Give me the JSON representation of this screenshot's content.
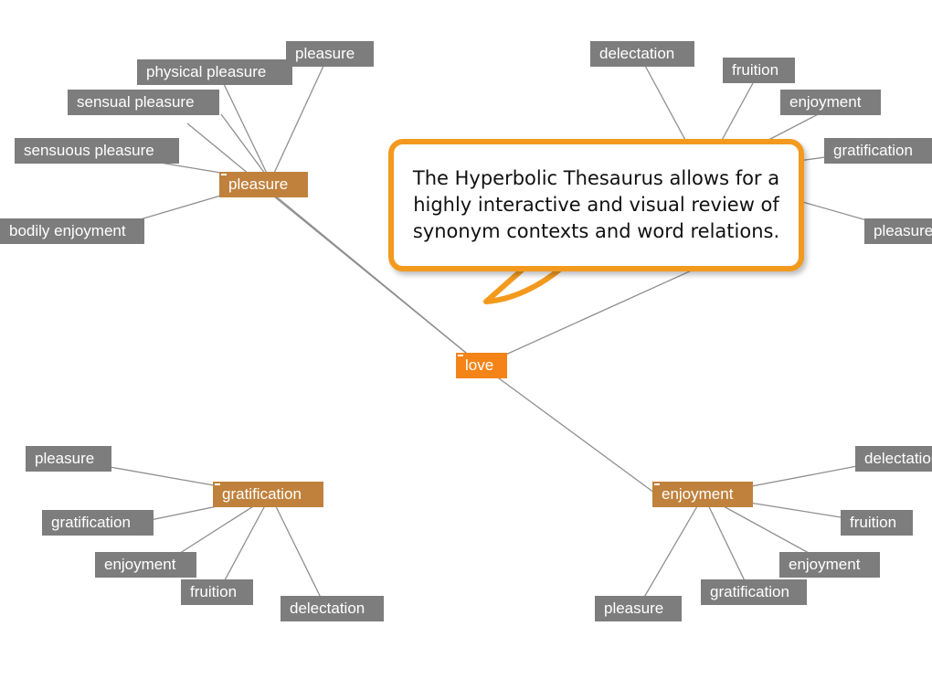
{
  "root": {
    "id": "love",
    "label": "love"
  },
  "clusters": [
    {
      "id": "pleasure",
      "label": "pleasure",
      "children": [
        "pleasure",
        "physical pleasure",
        "sensual pleasure",
        "sensuous pleasure",
        "bodily enjoyment"
      ]
    },
    {
      "id": "gratification",
      "label": "gratification",
      "children": [
        "pleasure",
        "gratification",
        "enjoyment",
        "fruition",
        "delectation"
      ]
    },
    {
      "id": "enjoyment",
      "label": "enjoyment",
      "children": [
        "delectation",
        "fruition",
        "enjoyment",
        "gratification",
        "pleasure"
      ]
    },
    {
      "id": "topright",
      "label": "",
      "children": [
        "delectation",
        "fruition",
        "enjoyment",
        "gratification",
        "pleasure"
      ]
    }
  ],
  "callout": {
    "text": "The Hyperbolic Thesaurus allows for a highly interactive and visual review of synonym contexts and word relations."
  },
  "colors": {
    "root": "#f48418",
    "cluster": "#c0813c",
    "leaf": "#7d7d7d",
    "edge": "#8f8f8f",
    "callout_border": "#f39a1e"
  }
}
